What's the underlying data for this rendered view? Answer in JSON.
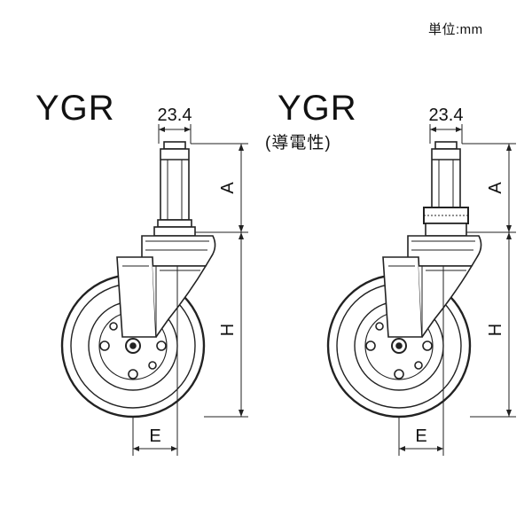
{
  "unit_label": "単位:mm",
  "casters": [
    {
      "model": "YGR",
      "subtitle": "",
      "dimensions": {
        "stem_width": "23.4",
        "a_label": "A",
        "h_label": "H",
        "e_label": "E"
      }
    },
    {
      "model": "YGR",
      "subtitle": "(導電性)",
      "dimensions": {
        "stem_width": "23.4",
        "a_label": "A",
        "h_label": "H",
        "e_label": "E"
      }
    }
  ]
}
